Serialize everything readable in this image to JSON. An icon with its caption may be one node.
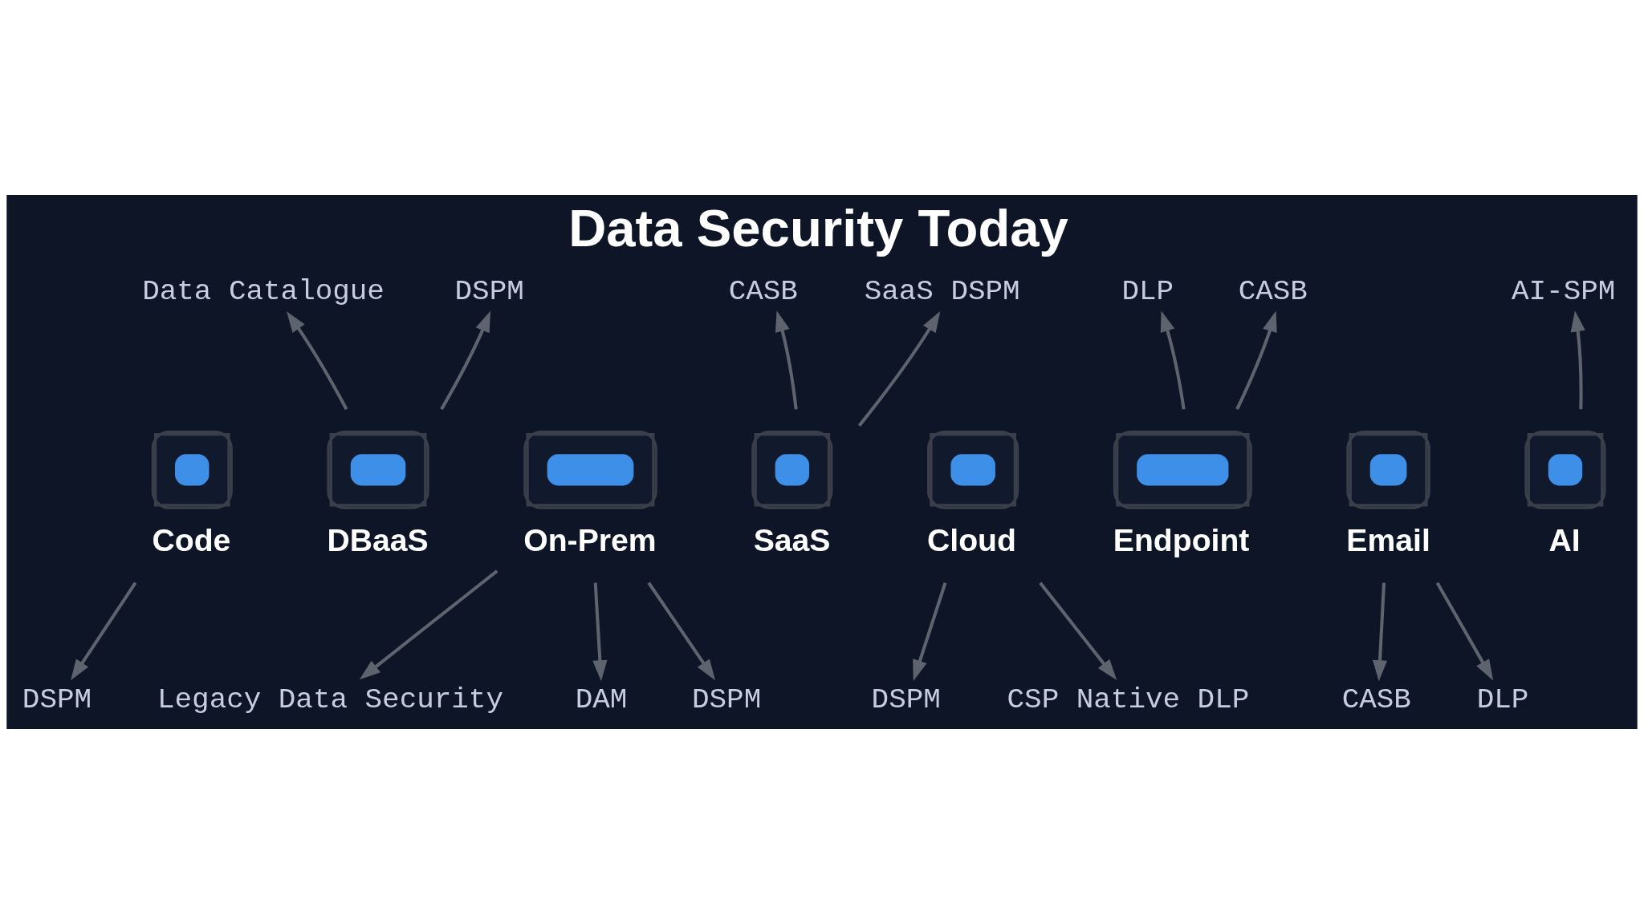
{
  "diagram": {
    "title": "Data Security Today",
    "nodes": [
      {
        "text": [
          "Data Catalogue"
        ]
      },
      {
        "text": [
          "DLP"
        ]
      },
      {
        "text": [
          "CASB"
        ]
      },
      {
        "text": [
          "AI-SPM"
        ]
      },
      {
        "text": [
          "SaaS DSPM"
        ]
      },
      {
        "text": [
          "CASB"
        ]
      },
      {
        "text": [
          "DSPM"
        ]
      },
      {
        "text": [
          "Code"
        ]
      },
      {
        "text": [
          "DBaaS"
        ]
      },
      {
        "text": [
          "On-Prem"
        ]
      },
      {
        "text": [
          "SaaS"
        ]
      },
      {
        "text": [
          "Cloud"
        ]
      },
      {
        "text": [
          "Endpoint"
        ]
      },
      {
        "text": [
          "Email"
        ]
      },
      {
        "text": [
          "AI"
        ]
      },
      {
        "text": [
          "CASB"
        ]
      },
      {
        "text": [
          "DAM"
        ]
      },
      {
        "text": [
          "DSPM"
        ]
      },
      {
        "text": [
          "DSPM"
        ]
      },
      {
        "text": [
          "DSPM"
        ]
      },
      {
        "text": [
          "DLP"
        ]
      },
      {
        "text": [
          "Legacy Data Security"
        ]
      },
      {
        "text": [
          "CSP Native DLP"
        ]
      }
    ],
    "edges": [
      {
        "from": 8,
        "to": 0,
        "arrow": "to"
      },
      {
        "from": 8,
        "to": 6,
        "arrow": "to"
      },
      {
        "from": 10,
        "to": 4,
        "arrow": "to"
      },
      {
        "from": 10,
        "to": 2,
        "arrow": "to"
      },
      {
        "from": 12,
        "to": 1,
        "arrow": "to"
      },
      {
        "from": 12,
        "to": 5,
        "arrow": "to"
      },
      {
        "from": 14,
        "to": 3,
        "arrow": "to"
      },
      {
        "from": 7,
        "to": 19,
        "arrow": "to"
      },
      {
        "from": 9,
        "to": 16,
        "arrow": "to"
      },
      {
        "from": 9,
        "to": 21,
        "arrow": "to"
      },
      {
        "from": 9,
        "to": 17,
        "arrow": "to"
      },
      {
        "from": 11,
        "to": 22,
        "arrow": "to"
      },
      {
        "from": 11,
        "to": 18,
        "arrow": "to"
      },
      {
        "from": 13,
        "to": 20,
        "arrow": "to"
      },
      {
        "from": 13,
        "to": 15,
        "arrow": "to"
      }
    ]
  }
}
